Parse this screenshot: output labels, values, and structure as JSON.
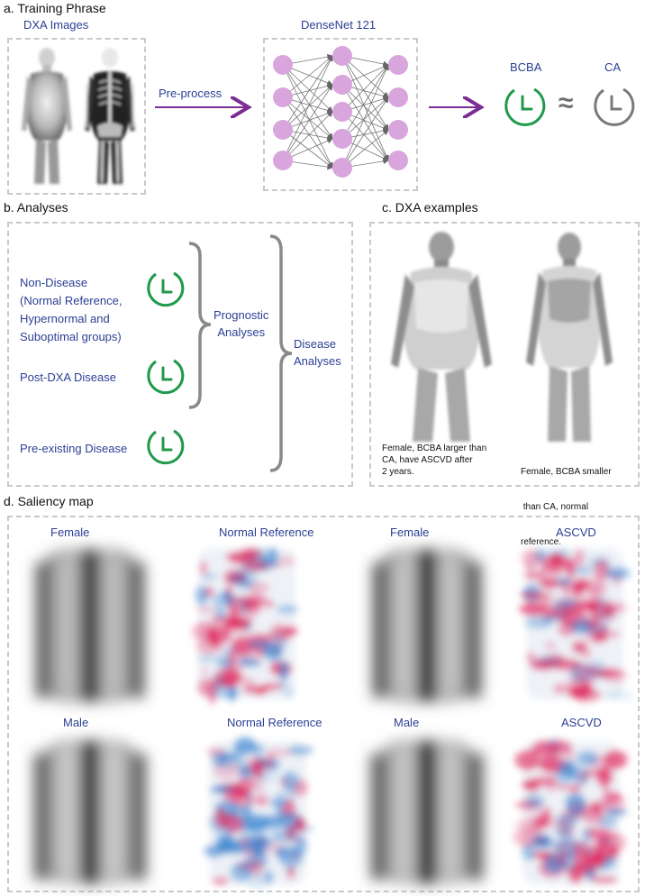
{
  "panel_a": {
    "title": "a. Training Phrase",
    "dxa_label": "DXA Images",
    "network_label": "DenseNet 121",
    "preprocess_label": "Pre-process",
    "bcba_label": "BCBA",
    "approx_symbol": "≈",
    "ca_label": "CA"
  },
  "panel_b": {
    "title": "b. Analyses",
    "non_disease_lines": [
      "Non-Disease",
      "(Normal Reference,",
      "Hypernormal and",
      "Suboptimal groups)"
    ],
    "post_dxa": "Post-DXA Disease",
    "pre_existing": "Pre-existing Disease",
    "prognostic_lines": [
      "Prognostic",
      "Analyses"
    ],
    "disease_lines": [
      "Disease",
      "Analyses"
    ]
  },
  "panel_c": {
    "title": "c. DXA examples",
    "caption_left": [
      "Female, BCBA larger than",
      "CA, have ASCVD after",
      "2 years."
    ],
    "caption_right": [
      "Female, BCBA smaller",
      " than CA, normal",
      "reference."
    ]
  },
  "panel_d": {
    "title": "d. Saliency map",
    "row1": [
      "Female",
      "Normal Reference",
      "Female",
      "ASCVD"
    ],
    "row2": [
      "Male",
      "Normal Reference",
      "Male",
      "ASCVD"
    ]
  },
  "colors": {
    "accent_blue": "#2b3f94",
    "arrow_purple": "#7b2d93",
    "node_pink": "#d9a5dd",
    "clock_green": "#1f9a4a",
    "clock_gray": "#7a7a7a",
    "saliency_red": "#e0245e",
    "saliency_blue": "#3a86d1"
  },
  "icons": [
    "clock-icon",
    "arrow-right-icon",
    "curly-brace-icon"
  ]
}
